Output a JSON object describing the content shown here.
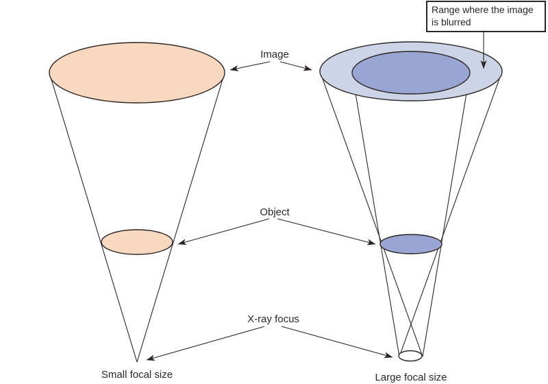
{
  "diagram": {
    "labels": {
      "image": "Image",
      "object": "Object",
      "xray_focus": "X-ray focus",
      "small_focal_size": "Small focal size",
      "large_focal_size": "Large focal size"
    },
    "callout": {
      "text": "Range where the image is blurred"
    },
    "colors": {
      "peach": "#f8d8bf",
      "light_blue": "#ccd4e7",
      "medium_blue": "#99a5d2",
      "outline": "#2b2422",
      "white": "#ffffff",
      "background": "#ffffff"
    }
  }
}
